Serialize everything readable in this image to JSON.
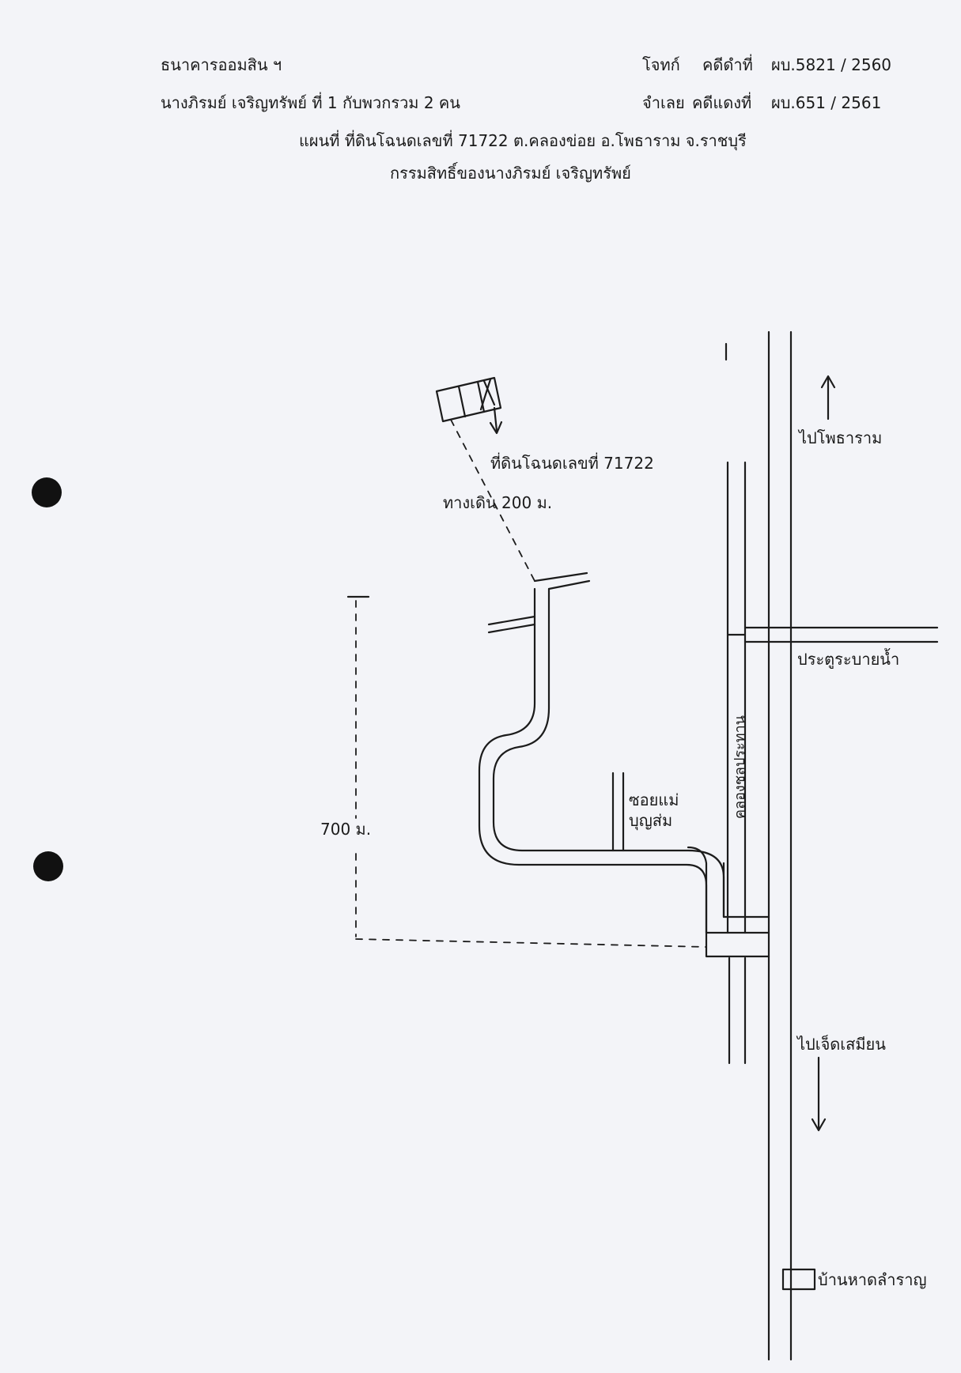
{
  "header": {
    "plaintiff_name": "ธนาคารออมสิน ฯ",
    "plaintiff_role": "โจทก์",
    "black_case_label": "คดีดำที่",
    "black_case_no": "ผบ.5821 / 2560",
    "defendant_name": "นางภิรมย์ เจริญทรัพย์ ที่ 1 กับพวกรวม 2 คน",
    "defendant_role": "จำเลย",
    "red_case_label": "คดีแดงที่",
    "red_case_no": "ผบ.651  / 2561",
    "map_title": "แผนที่ ที่ดินโฉนดเลขที่ 71722 ต.คลองข่อย อ.โพธาราม  จ.ราชบุรี",
    "owner_line": "กรรมสิทธิ์ของนางภิรมย์ เจริญทรัพย์"
  },
  "map": {
    "parcel_label": "ที่ดินโฉนดเลขที่ 71722",
    "walkway_label": "ทางเดิน 200 ม.",
    "to_north_label": "ไปโพธาราม",
    "sluice_gate_label": "ประตูระบายน้ำ",
    "canal_label": "คลองชลประทาน",
    "soi_label_line1": "ซอยแม่",
    "soi_label_line2": "บุญส่ม",
    "distance_label": "700 ม.",
    "to_south_label": "ไปเจ็ดเสมียน",
    "village_label": "บ้านหาดลำราญ"
  }
}
